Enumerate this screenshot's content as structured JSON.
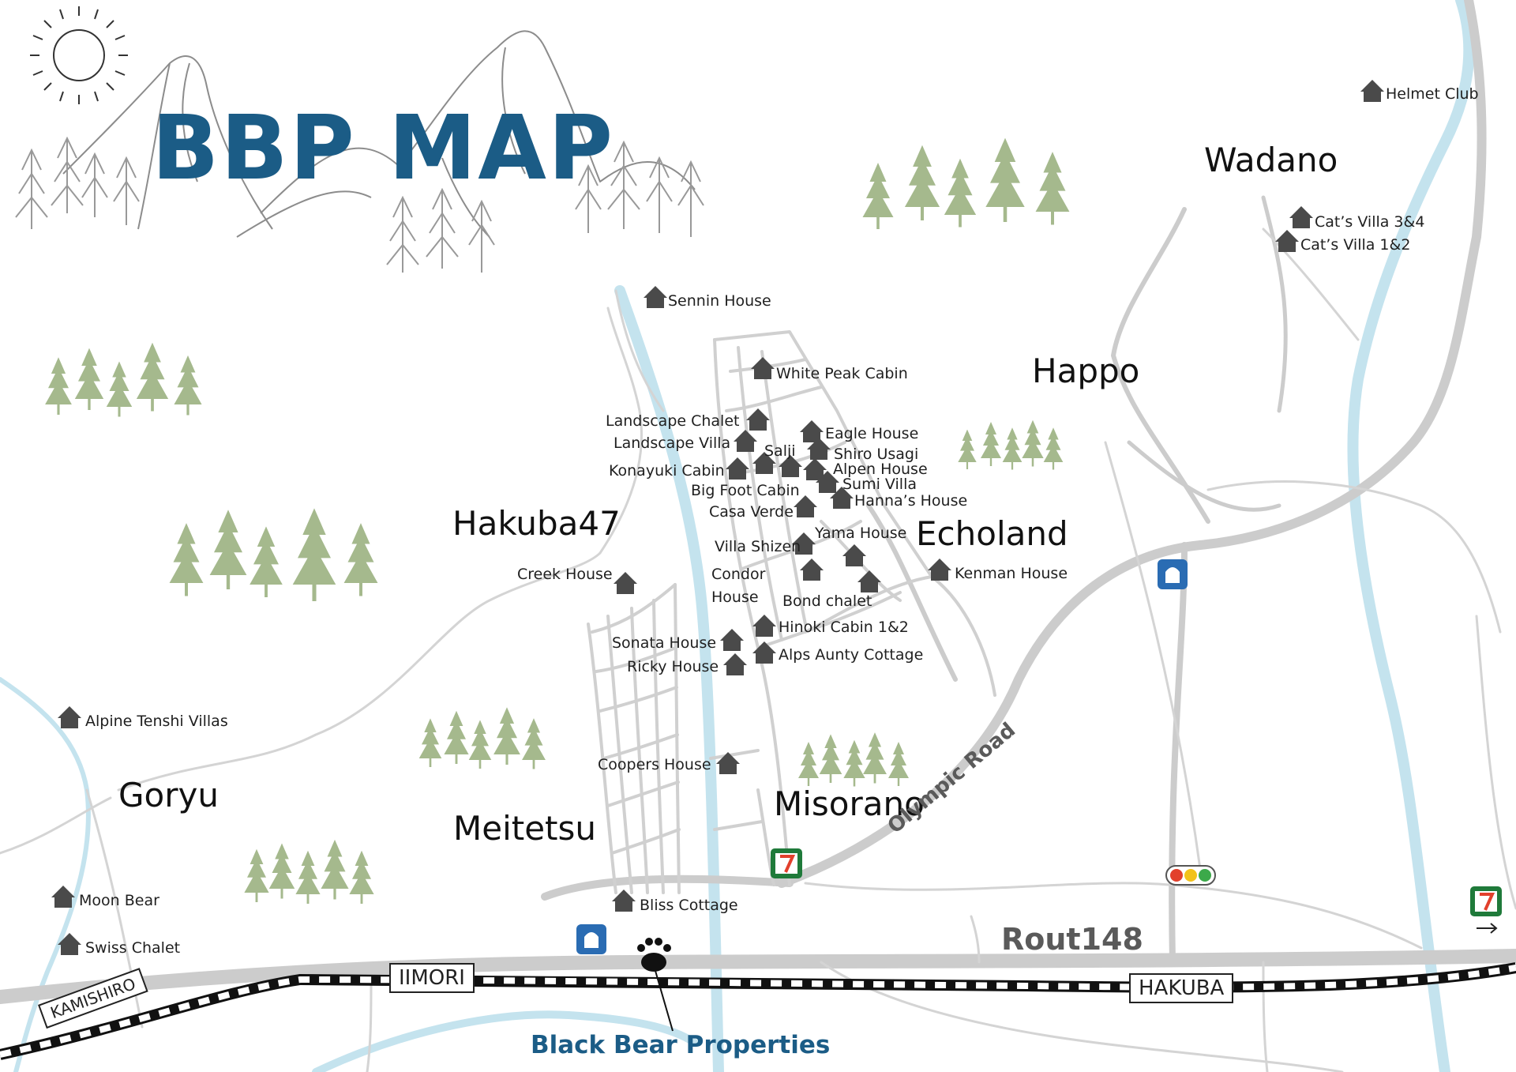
{
  "title": "BBP MAP",
  "company": "Black Bear Properties",
  "areas": [
    "Wadano",
    "Happo",
    "Hakuba47",
    "Echoland",
    "Goryu",
    "Meitetsu",
    "Misorano"
  ],
  "roads": [
    "Olympic Road",
    "Rout148"
  ],
  "stations": [
    "IIMORI",
    "HAKUBA",
    "KAMISHIRO"
  ],
  "properties": [
    "Helmet Club",
    "Cat’s Villa 3&4",
    "Cat’s Villa 1&2",
    "Sennin House",
    "White Peak Cabin",
    "Landscape Chalet",
    "Landscape Villa",
    "Salji",
    "Eagle House",
    "Shiro Usagi",
    "Konayuki Cabin",
    "Alpen House",
    "Big Foot Cabin",
    "Sumi Villa",
    "Hanna’s House",
    "Casa Verde",
    "Yama House",
    "Villa Shizen",
    "Creek House",
    "Kenman House",
    "Condor",
    "House",
    "Bond chalet",
    "Hinoki Cabin 1&2",
    "Sonata House",
    "Alps Aunty Cottage",
    "Ricky House",
    "Alpine Tenshi Villas",
    "Coopers House",
    "Moon Bear",
    "Bliss Cottage",
    "Swiss Chalet"
  ],
  "colors": {
    "title": "#1b5c86",
    "river": "#c4e3ee",
    "road": "#cfcfcf",
    "tree": "#a5b98d",
    "house": "#4a4a4a"
  },
  "icons": [
    "sun-icon",
    "mountain-icon",
    "house-icon",
    "lawson-station-icon",
    "seven-eleven-icon",
    "traffic-light-icon",
    "bear-paw-icon"
  ]
}
